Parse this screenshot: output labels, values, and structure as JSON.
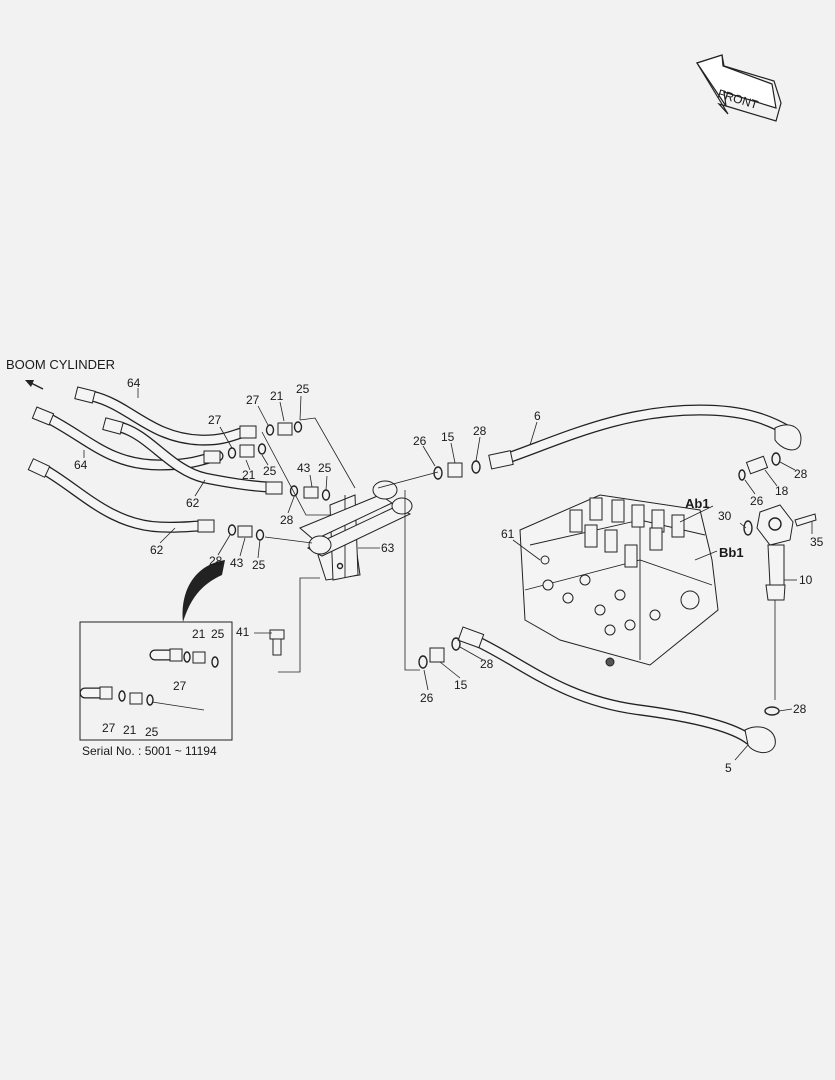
{
  "header": {
    "boom_label": "BOOM CYLINDER",
    "front_label": "FRONT"
  },
  "labels": {
    "l64a": "64",
    "l64b": "64",
    "l62a": "62",
    "l62b": "62",
    "l27a": "27",
    "l27b": "27",
    "l21a": "21",
    "l21b": "21",
    "l25a": "25",
    "l25b": "25",
    "l25c": "25",
    "l25d": "25",
    "l43a": "43",
    "l43b": "43",
    "l28a": "28",
    "l28b": "28",
    "l28c": "28",
    "l28d": "28",
    "l28e": "28",
    "l28f": "28",
    "l26a": "26",
    "l26b": "26",
    "l26c": "26",
    "l15a": "15",
    "l15b": "15",
    "l6": "6",
    "l5": "5",
    "l18": "18",
    "lAb1": "Ab1",
    "lBb1": "Bb1",
    "l30": "30",
    "l35": "35",
    "l10": "10",
    "l61": "61",
    "l63": "63",
    "l41": "41"
  },
  "inset": {
    "l21a": "21",
    "l25a": "25",
    "l27a": "27",
    "l27b": "27",
    "l21b": "21",
    "l25b": "25",
    "serial": "Serial No. : 5001 ~ 11194"
  }
}
